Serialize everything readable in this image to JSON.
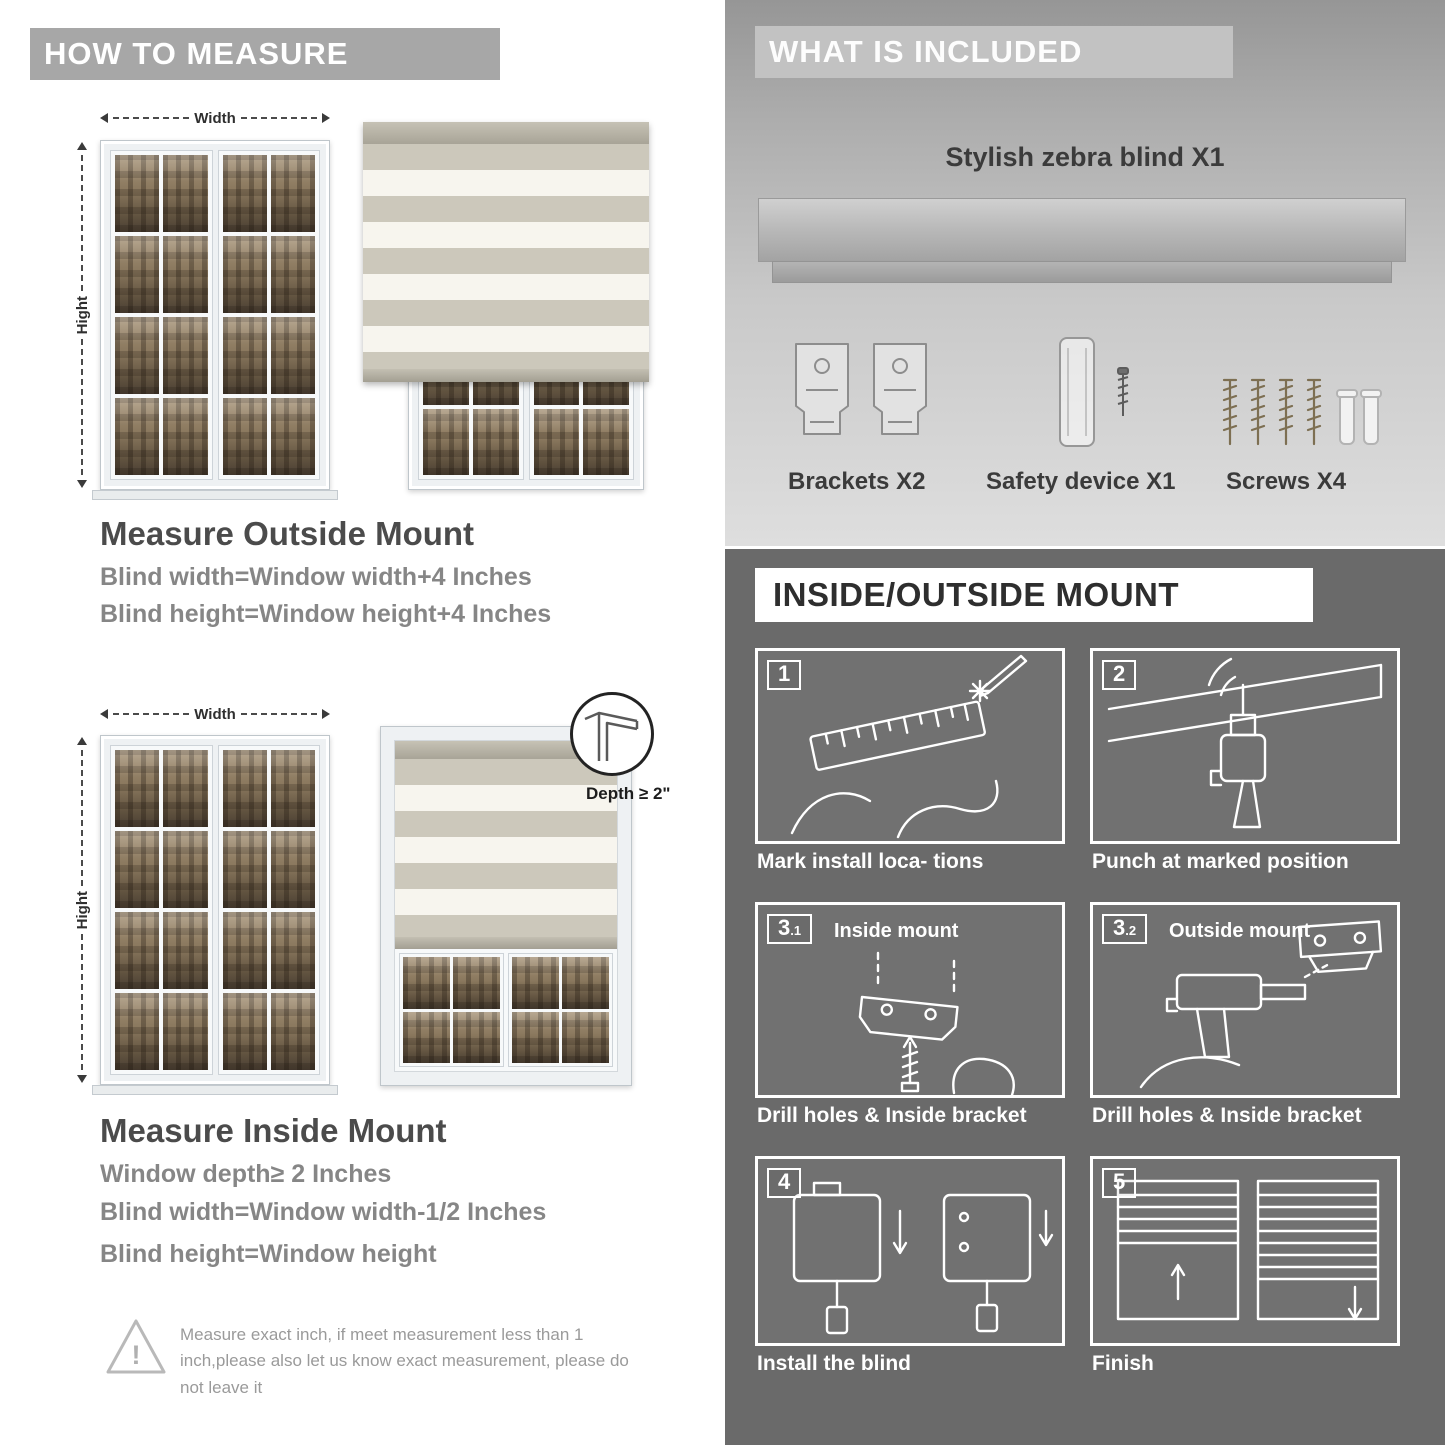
{
  "how_to_measure": {
    "header": "HOW TO MEASURE",
    "outside": {
      "width_label": "Width",
      "height_label": "Hight",
      "title": "Measure Outside Mount",
      "formula1": "Blind width=Window width+4 Inches",
      "formula2": "Blind height=Window height+4 Inches"
    },
    "inside": {
      "width_label": "Width",
      "height_label": "Hight",
      "depth_callout": "Depth ≥ 2\"",
      "title": "Measure Inside Mount",
      "formula1": "Window depth≥ 2 Inches",
      "formula2": "Blind width=Window width-1/2 Inches",
      "formula3": "Blind height=Window height"
    },
    "warning": {
      "icon": "!",
      "text": "Measure exact inch, if meet measurement less than 1 inch,please also let us know exact measurement, please do not leave it"
    }
  },
  "included": {
    "header": "WHAT IS INCLUDED",
    "product_label": "Stylish zebra blind X1",
    "items": [
      {
        "label": "Brackets X2"
      },
      {
        "label": "Safety device X1"
      },
      {
        "label": "Screws X4"
      }
    ]
  },
  "mount_guide": {
    "header": "INSIDE/OUTSIDE MOUNT",
    "steps": [
      {
        "num": "1",
        "caption": "Mark install loca- tions"
      },
      {
        "num": "2",
        "caption": "Punch at  marked position"
      },
      {
        "num": "3",
        "sub": ".1",
        "title": "Inside mount",
        "caption": "Drill holes &  Inside bracket"
      },
      {
        "num": "3",
        "sub": ".2",
        "title": "Outside mount",
        "caption": "Drill holes &  Inside bracket"
      },
      {
        "num": "4",
        "caption": "Install the blind"
      },
      {
        "num": "5",
        "caption": "Finish"
      }
    ]
  }
}
